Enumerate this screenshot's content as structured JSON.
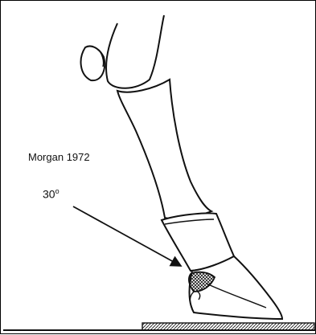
{
  "figure": {
    "caption": "Morgan 1972",
    "angle_value": "30",
    "angle_unit": "o"
  },
  "colors": {
    "ink": "#111111",
    "background": "#ffffff"
  }
}
